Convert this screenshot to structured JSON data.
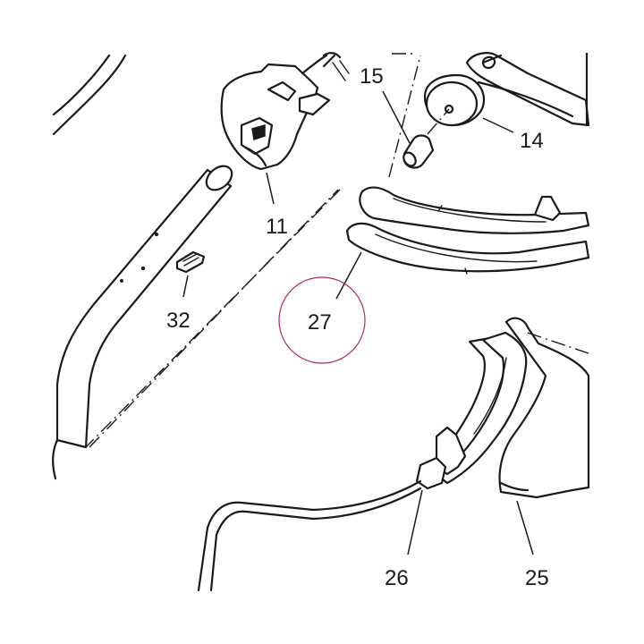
{
  "callouts": {
    "c11": "11",
    "c14": "14",
    "c15": "15",
    "c25": "25",
    "c26": "26",
    "c27": "27",
    "c32": "32"
  },
  "highlighted_callout": "27",
  "colors": {
    "line": "#1a1a1a",
    "highlight_circle": "#b0304a",
    "background": "#ffffff"
  }
}
